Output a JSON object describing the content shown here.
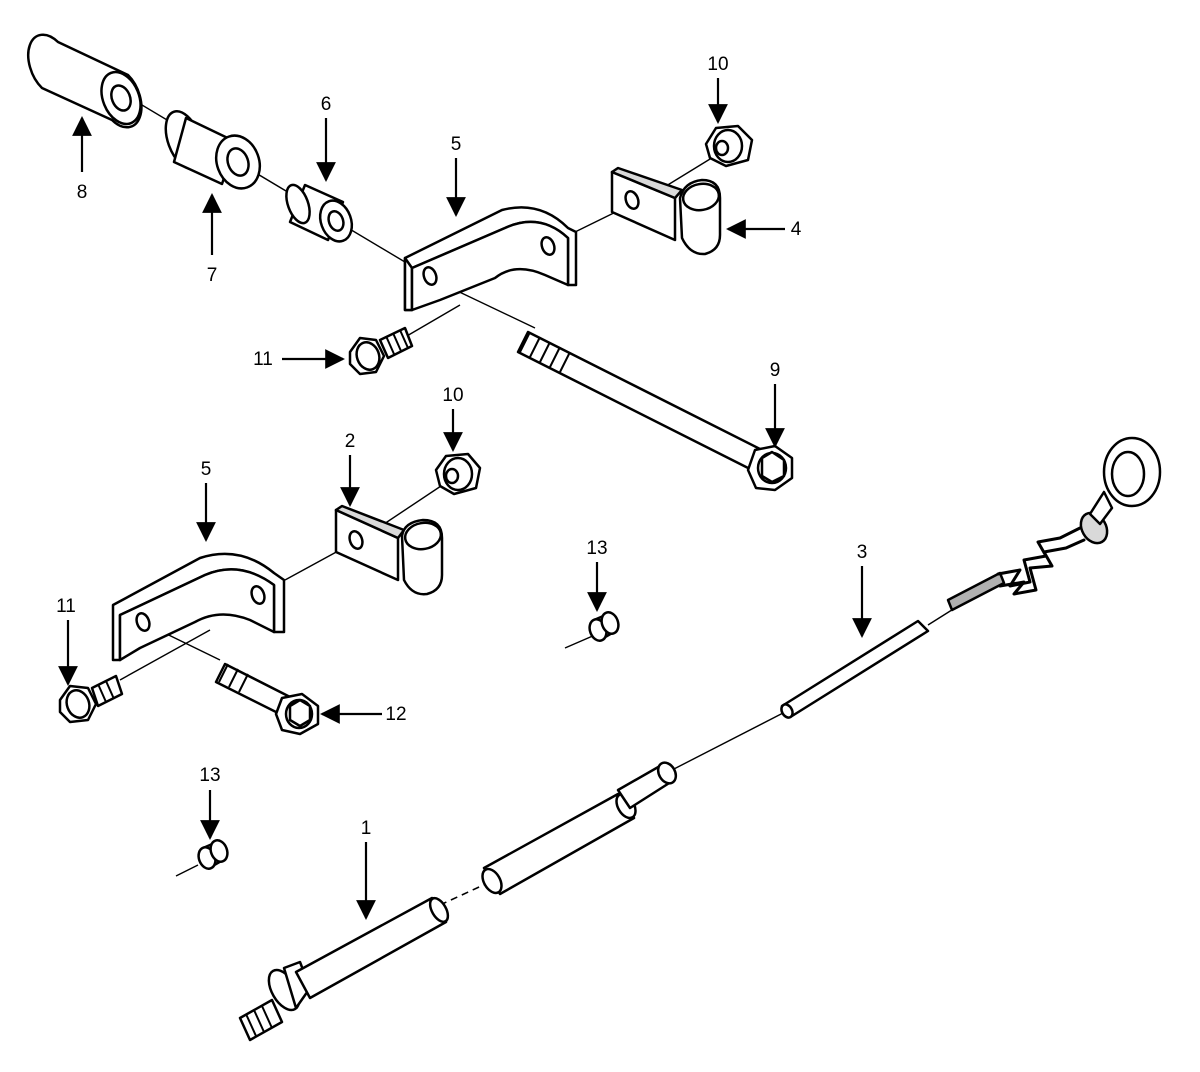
{
  "callouts": [
    {
      "id": "c8",
      "number": "8"
    },
    {
      "id": "c7",
      "number": "7"
    },
    {
      "id": "c6",
      "number": "6"
    },
    {
      "id": "c5-top",
      "number": "5"
    },
    {
      "id": "c10-top",
      "number": "10"
    },
    {
      "id": "c4",
      "number": "4"
    },
    {
      "id": "c11-top",
      "number": "11"
    },
    {
      "id": "c9",
      "number": "9"
    },
    {
      "id": "c5-bottom",
      "number": "5"
    },
    {
      "id": "c2",
      "number": "2"
    },
    {
      "id": "c10-bottom",
      "number": "10"
    },
    {
      "id": "c13-mid",
      "number": "13"
    },
    {
      "id": "c3",
      "number": "3"
    },
    {
      "id": "c11-bottom",
      "number": "11"
    },
    {
      "id": "c12",
      "number": "12"
    },
    {
      "id": "c13-bottom",
      "number": "13"
    },
    {
      "id": "c1",
      "number": "1"
    }
  ]
}
